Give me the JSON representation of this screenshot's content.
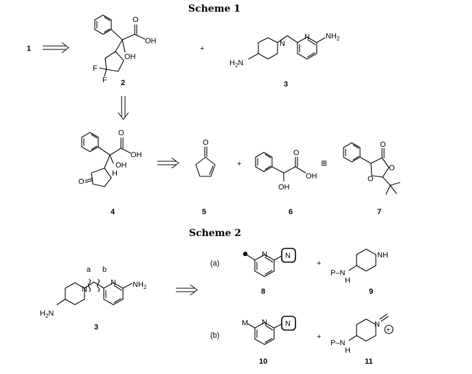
{
  "scheme1": {
    "title": "Scheme 1",
    "target": "1",
    "compounds": {
      "c2": {
        "number": "2",
        "labels": {
          "oh": "OH",
          "acid": "OH",
          "f1": "F",
          "f2": "F"
        }
      },
      "c3": {
        "number": "3",
        "labels": {
          "n_ring": "N",
          "n_pip": "N",
          "nh2": "NH",
          "nh2_sub": "2",
          "h2n": "H",
          "h2n_sub": "2",
          "h2n_n": "N"
        }
      },
      "c4": {
        "number": "4",
        "labels": {
          "oh": "OH",
          "acid": "OH",
          "h": "H",
          "o": "O"
        }
      },
      "c5": {
        "number": "5",
        "labels": {
          "o": "O"
        }
      },
      "c6": {
        "number": "6",
        "labels": {
          "o": "O",
          "oh": "OH",
          "acid": "OH"
        }
      },
      "c7": {
        "number": "7",
        "labels": {
          "o1": "O",
          "o2": "O",
          "o3": "O"
        }
      }
    },
    "plus": "+",
    "equiv": "≡"
  },
  "scheme2": {
    "title": "Scheme 2",
    "disconnections": [
      "a",
      "b"
    ],
    "route_a": "(a)",
    "route_b": "(b)",
    "compounds": {
      "c3": {
        "number": "3"
      },
      "c8": {
        "number": "8",
        "labels": {
          "n": "N",
          "nbox": "N"
        }
      },
      "c9": {
        "number": "9",
        "labels": {
          "nh": "NH",
          "p": "P–N",
          "h": "H"
        }
      },
      "c10": {
        "number": "10",
        "labels": {
          "m": "M",
          "n": "N",
          "nbox": "N"
        }
      },
      "c11": {
        "number": "11",
        "labels": {
          "n": "N",
          "plus": "+",
          "p": "P–N",
          "h": "H"
        }
      }
    },
    "plus": "+"
  }
}
